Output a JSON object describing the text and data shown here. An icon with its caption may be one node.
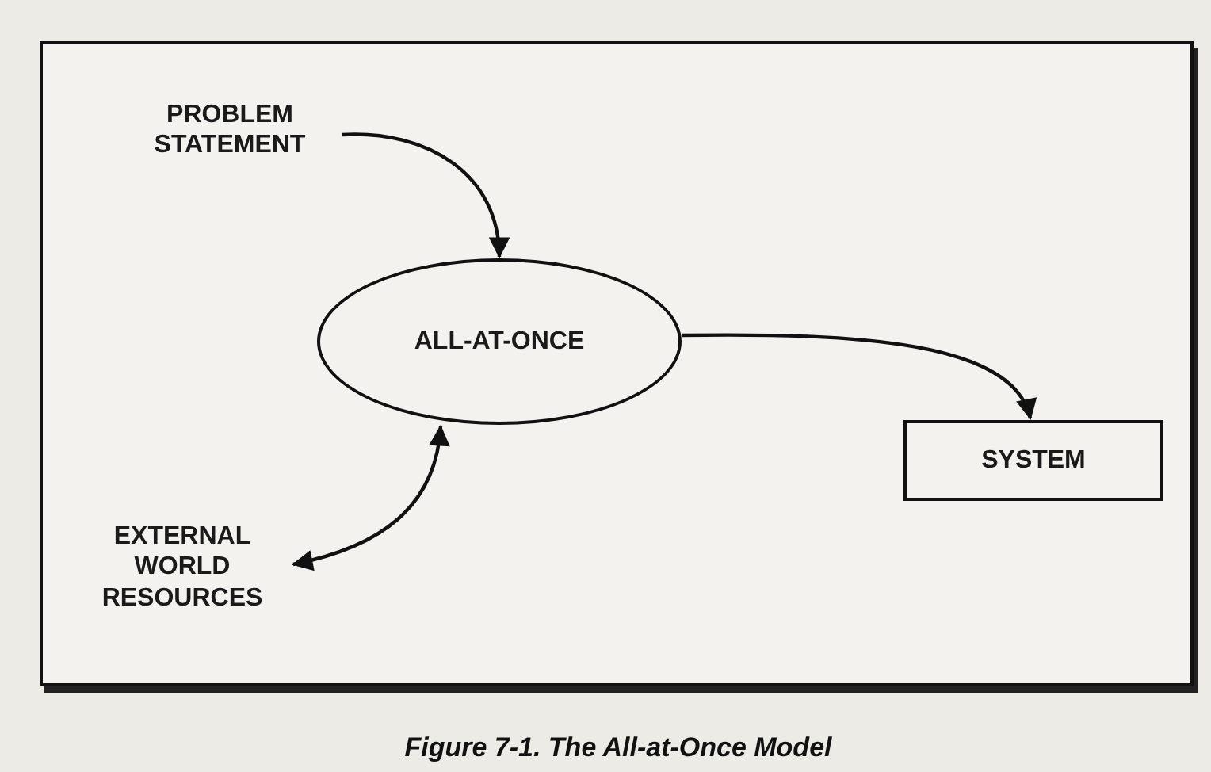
{
  "diagram": {
    "caption": "Figure 7-1. The All-at-Once Model",
    "nodes": [
      {
        "text": [
          "PROBLEM STATEMENT"
        ]
      },
      {
        "text": [
          "ALL-AT-ONCE"
        ]
      },
      {
        "text": [
          "SYSTEM"
        ]
      },
      {
        "text": [
          "EXTERNAL WORLD RESOURCES"
        ]
      }
    ],
    "edges": [
      {
        "from": 0,
        "to": 1,
        "arrow": "to"
      },
      {
        "from": 1,
        "to": 2,
        "arrow": "to"
      },
      {
        "from": 3,
        "to": 1,
        "arrow": "both"
      }
    ]
  }
}
